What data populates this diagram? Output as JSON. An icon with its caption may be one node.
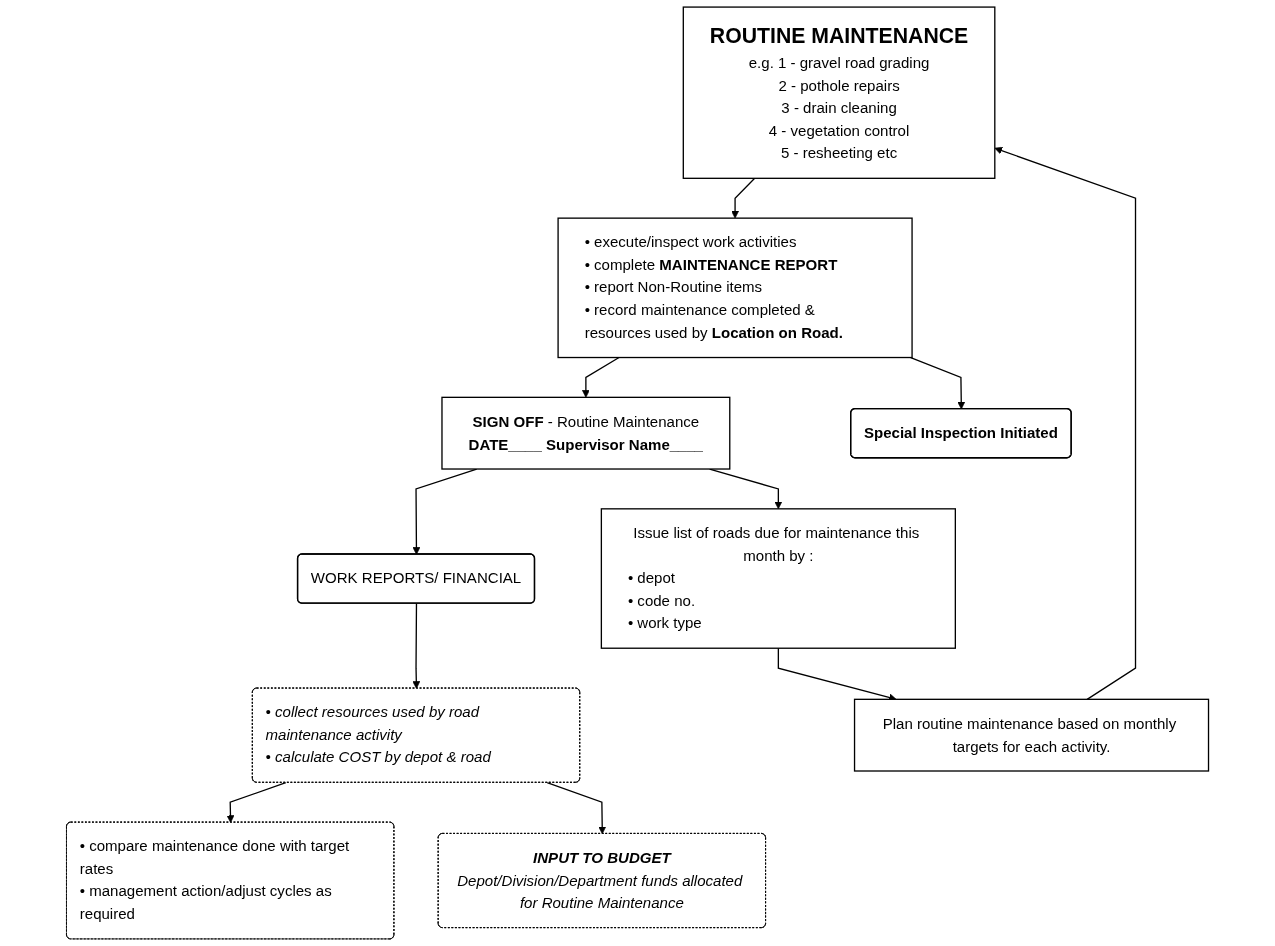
{
  "diagram": {
    "nodes": [
      {
        "text": [
          "ROUTINE MAINTENANCE",
          "e.g. 1 - gravel road grading",
          "2 - pothole repairs",
          "3 - drain cleaning",
          "4 - vegetation control",
          "5 - resheeting etc"
        ]
      },
      {
        "text": [
          "Plan routine maintenance based on monthly targets for each activity."
        ]
      },
      {
        "text": [
          "• execute/inspect work activities",
          "• complete **MAINTENANCE REPORT**",
          "• report Non-Routine items",
          "• record maintenance completed & resources used by **Location on Road.**"
        ]
      },
      {
        "text": [
          "**SIGN OFF** - Routine Maintenance",
          "**DATE____ Supervisor Name____**"
        ]
      },
      {
        "text": [
          "Issue list of roads due for maintenance this month by :",
          "• depot",
          "• code no.",
          "• work type"
        ]
      },
      {
        "text": [
          "Special Inspection Initiated"
        ]
      },
      {
        "text": [
          "WORK REPORTS/ FINANCIAL"
        ]
      },
      {
        "text": [
          "• collect resources used by road maintenance activity",
          "• calculate COST by depot & road"
        ]
      },
      {
        "text": [
          "• compare maintenance done with target rates",
          "• management action/adjust cycles as required"
        ]
      },
      {
        "text": [
          "INPUT TO BUDGET",
          "Depot/Division/Department funds allocated for Routine Maintenance"
        ]
      }
    ],
    "edges": [
      {
        "from": 0,
        "to": 2,
        "arrow": "to"
      },
      {
        "from": 2,
        "to": 3,
        "arrow": "to"
      },
      {
        "from": 3,
        "to": 6,
        "arrow": "to"
      },
      {
        "from": 6,
        "to": 7,
        "arrow": "to"
      },
      {
        "from": 2,
        "to": 5,
        "arrow": "to"
      },
      {
        "from": 3,
        "to": 4,
        "arrow": "to"
      },
      {
        "from": 4,
        "to": 1,
        "arrow": "to"
      },
      {
        "from": 1,
        "to": 0,
        "arrow": "to"
      },
      {
        "from": 7,
        "to": 8,
        "arrow": "to"
      },
      {
        "from": 7,
        "to": 9,
        "arrow": "to"
      }
    ]
  }
}
